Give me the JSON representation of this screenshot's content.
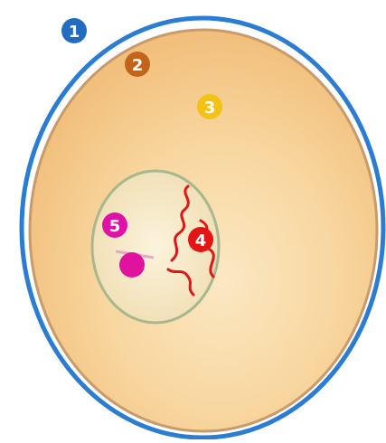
{
  "diagram": {
    "markers": [
      {
        "id": 1,
        "label": "1",
        "color": "#1f6cc0"
      },
      {
        "id": 2,
        "label": "2",
        "color": "#c2651b"
      },
      {
        "id": 3,
        "label": "3",
        "color": "#f3c214"
      },
      {
        "id": 4,
        "label": "4",
        "color": "#e21414"
      },
      {
        "id": 5,
        "label": "5",
        "color": "#e011a8"
      }
    ],
    "colors": {
      "outer_membrane": "#2a7dd2",
      "cytoplasm": "#f6c98a",
      "cytoplasm_light": "#fae3b8",
      "inner_membrane": "#c99a6a",
      "nucleus_fill": "#f7ebc8",
      "nucleus_border": "#a8b78e",
      "dna_strand": "#e01616",
      "nucleolus": "#e0139f"
    }
  }
}
